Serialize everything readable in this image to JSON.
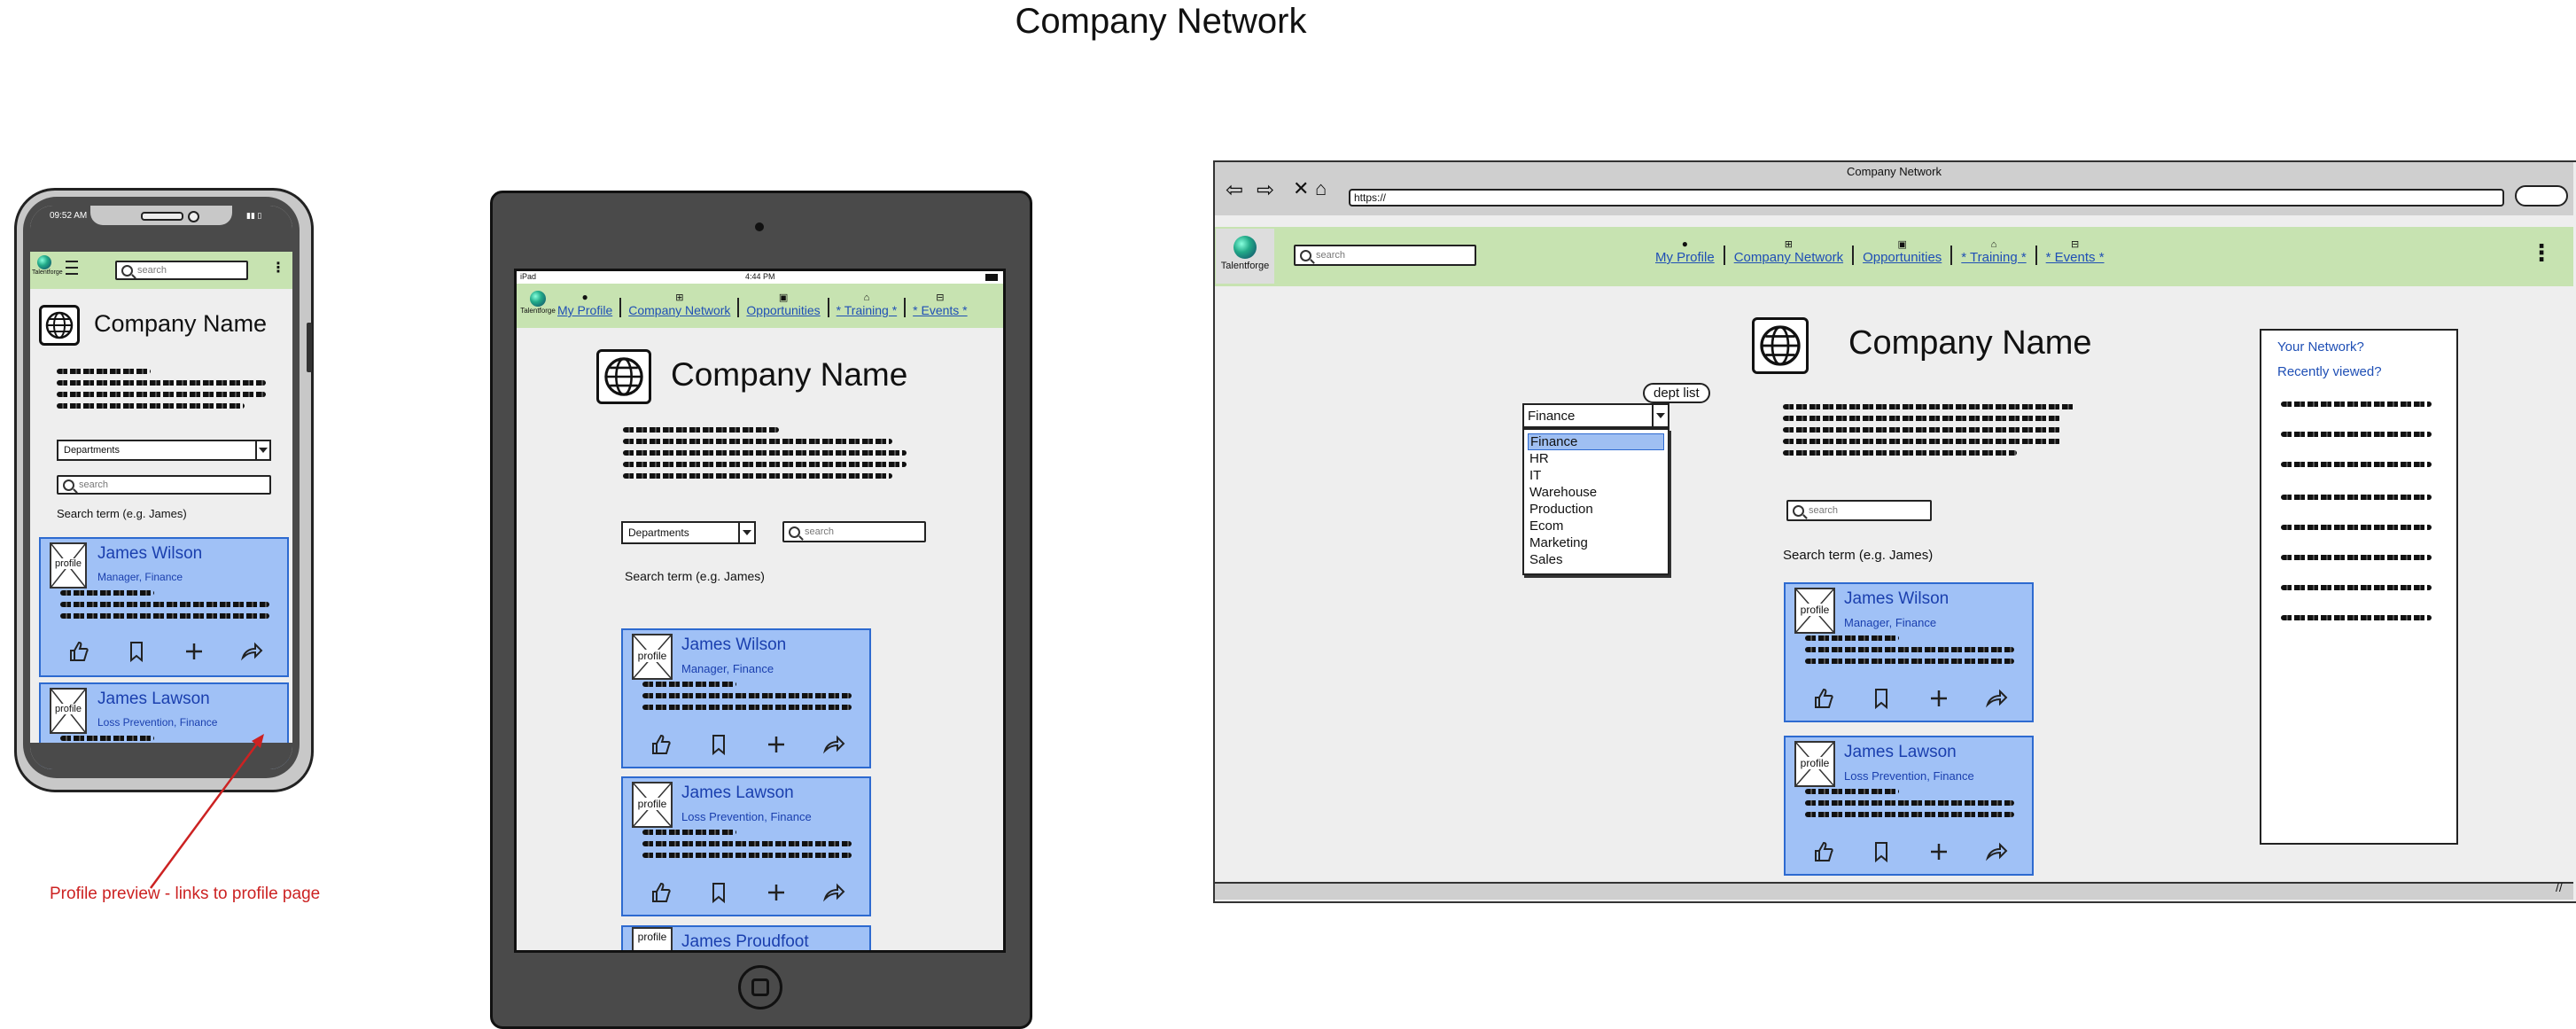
{
  "page_title": "Company Network",
  "annotation": {
    "text": "Profile preview - links to profile page",
    "color": "#cc2222"
  },
  "brand": {
    "name": "Talentforge"
  },
  "company": {
    "name": "Company Name"
  },
  "search": {
    "placeholder": "search",
    "term_label": "Search term (e.g. James)"
  },
  "departments": {
    "selected": "Departments"
  },
  "nav": {
    "items": [
      "My Profile",
      "Company Network",
      "Opportunities",
      "* Training *",
      "* Events *"
    ]
  },
  "phone": {
    "time": "09:52 AM"
  },
  "tablet": {
    "device": "iPad",
    "time": "4:44 PM"
  },
  "profiles": [
    {
      "image_label": "profile",
      "name": "James Wilson",
      "role": "Manager, Finance"
    },
    {
      "image_label": "profile",
      "name": "James Lawson",
      "role": "Loss Prevention, Finance"
    },
    {
      "image_label": "profile",
      "name": "James Proudfoot"
    }
  ],
  "browser": {
    "title": "Company Network",
    "url": "https://",
    "dropdown": {
      "selected": "Finance",
      "tooltip": "dept list",
      "options": [
        "Finance",
        "HR",
        "IT",
        "Warehouse",
        "Production",
        "Ecom",
        "Marketing",
        "Sales"
      ]
    },
    "side_panel": {
      "network_link": "Your Network?",
      "recent_link": "Recently viewed?"
    }
  },
  "colors": {
    "nav_green": "#c7e3b1",
    "card_blue": "#a0c1f6",
    "link_blue": "#1f4fb5",
    "highlight": "#9fbff2"
  }
}
